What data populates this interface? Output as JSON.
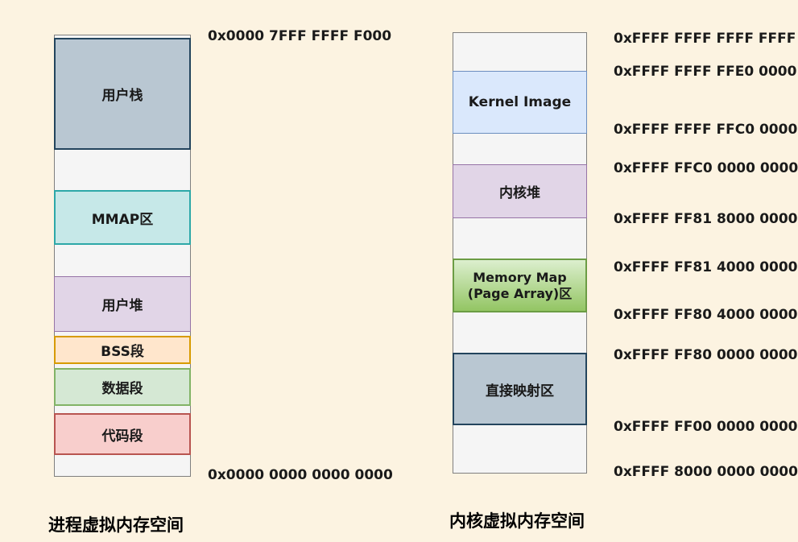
{
  "diagram": {
    "process_space": {
      "title": "进程虚拟内存空间",
      "top_address": "0x0000 7FFF FFFF F000",
      "bottom_address": "0x0000 0000 0000 0000",
      "segments": [
        {
          "name": "user-stack",
          "label": "用户栈",
          "fill": "#B9C7D2",
          "border": "#23445D"
        },
        {
          "name": "mmap",
          "label": "MMAP区",
          "fill": "#C6E8E8",
          "border": "#2DA8A8"
        },
        {
          "name": "user-heap",
          "label": "用户堆",
          "fill": "#E1D5E7",
          "border": "#9673A6"
        },
        {
          "name": "bss",
          "label": "BSS段",
          "fill": "#FFE6CC",
          "border": "#D79B00"
        },
        {
          "name": "data",
          "label": "数据段",
          "fill": "#D5E8D4",
          "border": "#82B366"
        },
        {
          "name": "code",
          "label": "代码段",
          "fill": "#F8CECC",
          "border": "#B85450"
        }
      ]
    },
    "kernel_space": {
      "title": "内核虚拟内存空间",
      "segments": [
        {
          "name": "kernel-image",
          "label": "Kernel Image",
          "fill": "#DAE8FC",
          "border": "#6C8EBF"
        },
        {
          "name": "kernel-heap",
          "label": "内核堆",
          "fill": "#E1D5E7",
          "border": "#9673A6"
        },
        {
          "name": "memory-map",
          "label_line1": "Memory Map",
          "label_line2": "(Page Array)区",
          "fill_gradient_top": "#DCEFCE",
          "fill_gradient_bottom": "#93C563",
          "border": "#6B9C44"
        },
        {
          "name": "direct-mapping",
          "label": "直接映射区",
          "fill": "#B9C7D2",
          "border": "#23445D"
        }
      ],
      "addresses": [
        "0xFFFF FFFF FFFF FFFF",
        "0xFFFF FFFF FFE0 0000",
        "0xFFFF FFFF FFC0 0000",
        "0xFFFF FFC0 0000 0000",
        "0xFFFF FF81 8000 0000",
        "0xFFFF FF81 4000 0000",
        "0xFFFF FF80 4000 0000",
        "0xFFFF FF80 0000 0000",
        "0xFFFF FF00 0000 0000",
        "0xFFFF 8000 0000 0000"
      ]
    },
    "colors": {
      "background": "#FCF3E1",
      "column_fill": "#F5F5F5",
      "column_border": "#7F7F7F",
      "text": "#1A1A1A"
    }
  }
}
